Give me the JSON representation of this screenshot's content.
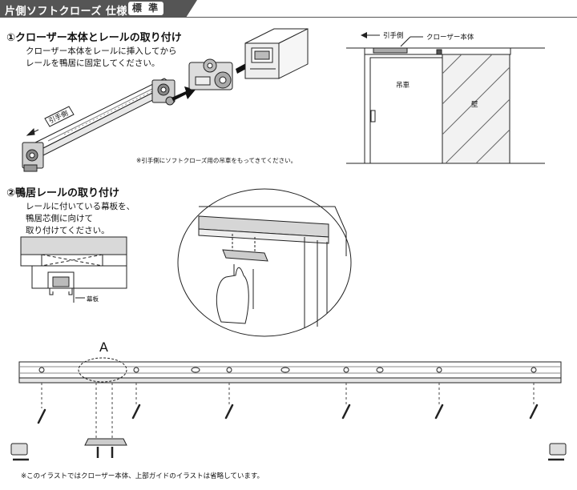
{
  "header": {
    "title": "片側ソフトクローズ 仕様",
    "badge": "標 準"
  },
  "section1": {
    "heading": "①クローザー本体とレールの取り付け",
    "instruction_line1": "クローザー本体をレールに挿入してから",
    "instruction_line2": "レールを鴨居に固定してください。",
    "pull_side_label": "引手側",
    "note": "※引手側にソフトクローズ用の吊車をもってきてください。"
  },
  "door_diagram": {
    "pull_side_label": "引手側",
    "closer_label": "クローザー本体",
    "hanger_label": "吊車",
    "wall_label": "壁"
  },
  "section2": {
    "heading": "②鴨居レールの取り付け",
    "instruction_line1": "レールに付いている幕板を、",
    "instruction_line2": "鴨居芯側に向けて",
    "instruction_line3": "取り付けてください。",
    "valance_label": "幕板"
  },
  "rail_diagram": {
    "callout_label": "A"
  },
  "footer": {
    "note": "※このイラストではクローザー本体、上部ガイドのイラストは省略しています。"
  },
  "colors": {
    "header_bg": "#555555",
    "line": "#222222",
    "light_gray": "#d9d9d9",
    "wall_gray": "#e6e6e6"
  }
}
